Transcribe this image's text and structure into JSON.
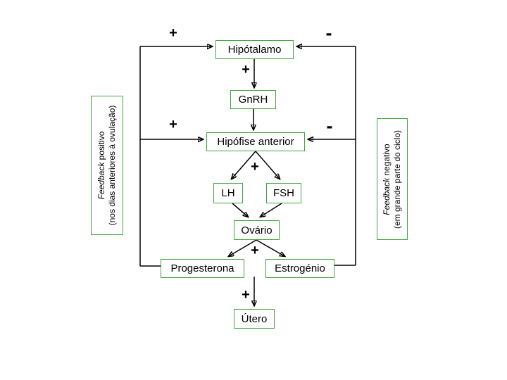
{
  "diagram": {
    "nodes": {
      "hipotalamo": {
        "label": "Hipótalamo"
      },
      "gnrh": {
        "label": "GnRH"
      },
      "hipofise": {
        "label": "Hipófise anterior"
      },
      "lh": {
        "label": "LH"
      },
      "fsh": {
        "label": "FSH"
      },
      "ovario": {
        "label": "Ovário"
      },
      "progesterona": {
        "label": "Progesterona"
      },
      "estrogenio": {
        "label": "Estrogénio"
      },
      "utero": {
        "label": "Útero"
      }
    },
    "signs": {
      "plus_top_left": "+",
      "minus_top_right": "-",
      "plus_mid_left": "+",
      "minus_mid_right": "-",
      "plus_hipotalamo_gnrh": "+",
      "plus_hipofise_lhfsh": "+",
      "plus_ovario_hormones": "+",
      "plus_hormones_utero": "+"
    },
    "side_labels": {
      "left": {
        "word_italic": "Feedback",
        "rest": "positivo",
        "line2": "(nos dias anteriores à ovulação)"
      },
      "right": {
        "word_italic": "Feedback",
        "rest": "negativo",
        "line2": "(em grande parte do ciclo)"
      }
    },
    "colors": {
      "box_border": "#3fa53f",
      "line": "#000000",
      "text": "#000000",
      "background": "#ffffff"
    }
  }
}
